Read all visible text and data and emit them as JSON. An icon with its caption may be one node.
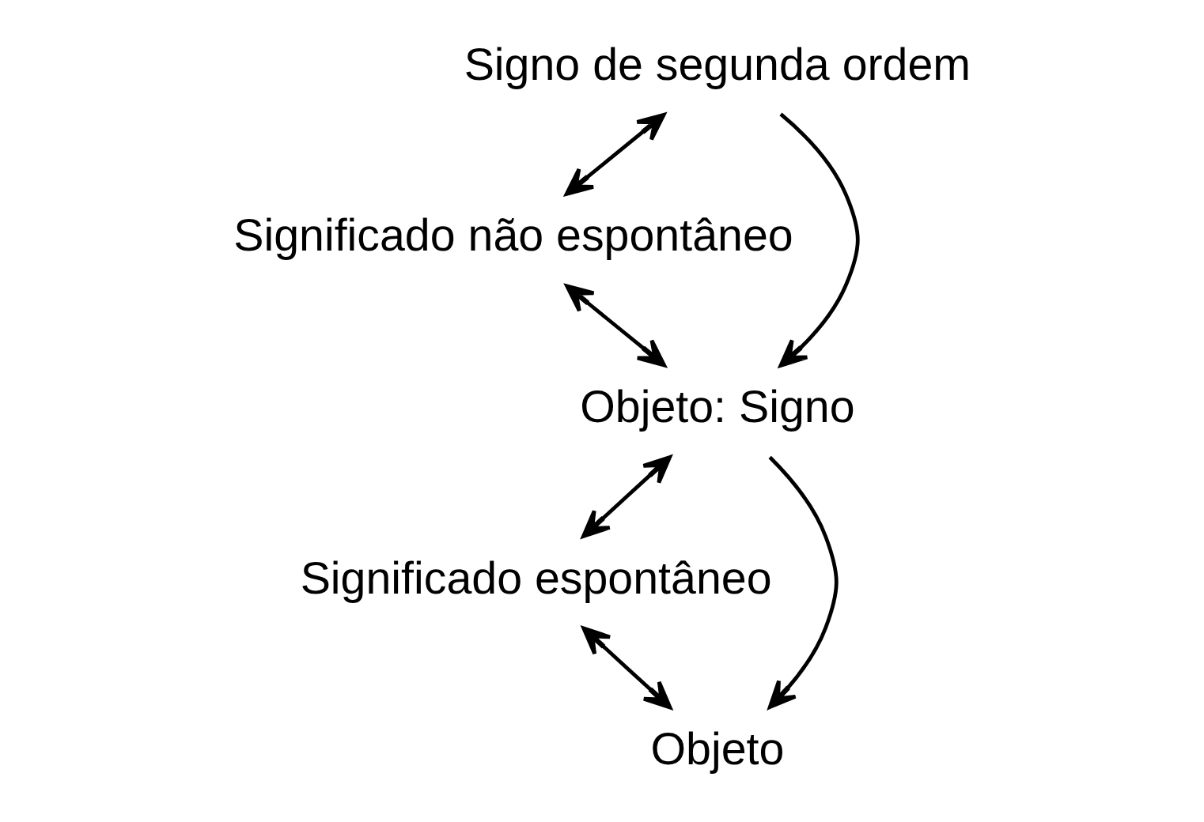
{
  "diagram": {
    "nodes": [
      {
        "text": [
          "Signo de segunda ordem"
        ]
      },
      {
        "text": [
          "Significado não espontâneo"
        ]
      },
      {
        "text": [
          "Objeto: Signo"
        ]
      },
      {
        "text": [
          "Significado espontâneo"
        ]
      },
      {
        "text": [
          "Objeto"
        ]
      }
    ],
    "edges": [
      {
        "from": 0,
        "to": 2,
        "arrow": "to"
      },
      {
        "from": 0,
        "to": 1,
        "arrow": "both"
      },
      {
        "from": 1,
        "to": 2,
        "arrow": "both"
      },
      {
        "from": 2,
        "to": 4,
        "arrow": "to"
      },
      {
        "from": 2,
        "to": 3,
        "arrow": "both"
      },
      {
        "from": 3,
        "to": 4,
        "arrow": "both"
      }
    ]
  }
}
